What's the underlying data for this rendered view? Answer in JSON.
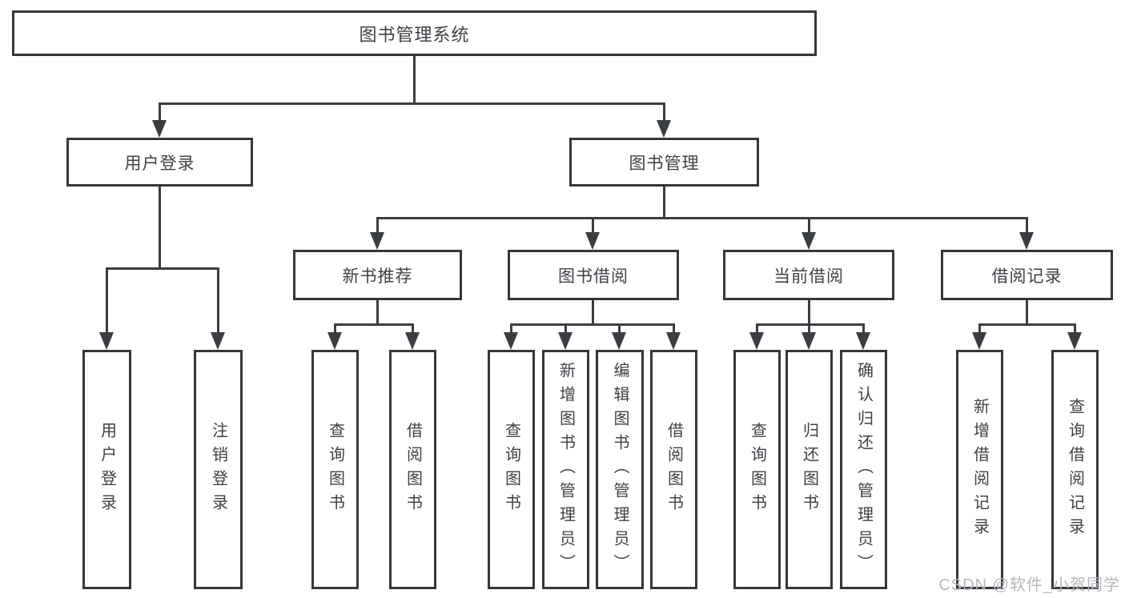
{
  "title": "图书管理系统",
  "nodes": {
    "user_login": "用户登录",
    "book_management": "图书管理",
    "new_book_recommend": "新书推荐",
    "book_borrow": "图书借阅",
    "current_borrow": "当前借阅",
    "borrow_records": "借阅记录",
    "leaf_user_login": "用户登录",
    "leaf_logout": "注销登录",
    "leaf_nb_query_books": "查询图书",
    "leaf_nb_borrow_books": "借阅图书",
    "leaf_bb_query_books": "查询图书",
    "leaf_bb_add_books": "新增图书（管理员）",
    "leaf_bb_edit_books": "编辑图书（管理员）",
    "leaf_bb_borrow_books": "借阅图书",
    "leaf_cb_query_books": "查询图书",
    "leaf_cb_return_books": "归还图书",
    "leaf_cb_confirm_return": "确认归还（管理员）",
    "leaf_br_add_record": "新增借阅记录",
    "leaf_br_query_record": "查询借阅记录"
  },
  "watermark": "CSDN @软件_小贺同学",
  "colors": {
    "line": "#3a3e43",
    "box_border": "#34383c",
    "text": "#3d4146",
    "watermark": "#b4b7bc",
    "background": "#ffffff"
  }
}
